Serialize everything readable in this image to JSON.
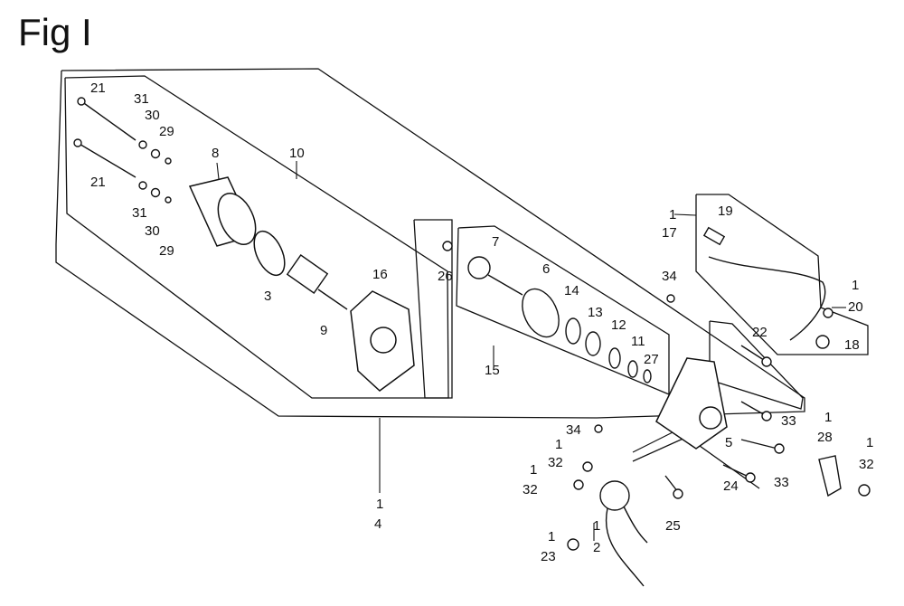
{
  "figure_title": "Fig I",
  "callouts": [
    {
      "id": "c21a",
      "label": "21"
    },
    {
      "id": "c31a",
      "label": "31"
    },
    {
      "id": "c30a",
      "label": "30"
    },
    {
      "id": "c29a",
      "label": "29"
    },
    {
      "id": "c8",
      "label": "8"
    },
    {
      "id": "c10",
      "label": "10"
    },
    {
      "id": "c21b",
      "label": "21"
    },
    {
      "id": "c31b",
      "label": "31"
    },
    {
      "id": "c30b",
      "label": "30"
    },
    {
      "id": "c29b",
      "label": "29"
    },
    {
      "id": "c3",
      "label": "3"
    },
    {
      "id": "c9",
      "label": "9"
    },
    {
      "id": "c16",
      "label": "16"
    },
    {
      "id": "c26",
      "label": "26"
    },
    {
      "id": "c7",
      "label": "7"
    },
    {
      "id": "c6",
      "label": "6"
    },
    {
      "id": "c14",
      "label": "14"
    },
    {
      "id": "c13",
      "label": "13"
    },
    {
      "id": "c12",
      "label": "12"
    },
    {
      "id": "c11",
      "label": "11"
    },
    {
      "id": "c27",
      "label": "27"
    },
    {
      "id": "c15",
      "label": "15"
    },
    {
      "id": "c34a",
      "label": "34"
    },
    {
      "id": "c22",
      "label": "22"
    },
    {
      "id": "c5",
      "label": "5"
    },
    {
      "id": "c33a",
      "label": "33"
    },
    {
      "id": "c33b",
      "label": "33"
    },
    {
      "id": "c24",
      "label": "24"
    },
    {
      "id": "c25",
      "label": "25"
    },
    {
      "id": "c34b",
      "label": "34"
    },
    {
      "id": "c1_17",
      "label": "1"
    },
    {
      "id": "c17",
      "label": "17"
    },
    {
      "id": "c19",
      "label": "19"
    },
    {
      "id": "c1_20",
      "label": "1"
    },
    {
      "id": "c20",
      "label": "20"
    },
    {
      "id": "c18",
      "label": "18"
    },
    {
      "id": "c1_28",
      "label": "1"
    },
    {
      "id": "c28",
      "label": "28"
    },
    {
      "id": "c1_32r",
      "label": "1"
    },
    {
      "id": "c32r",
      "label": "32"
    },
    {
      "id": "c1_32a",
      "label": "1"
    },
    {
      "id": "c32a",
      "label": "32"
    },
    {
      "id": "c1_32b",
      "label": "1"
    },
    {
      "id": "c32b",
      "label": "32"
    },
    {
      "id": "c1_23",
      "label": "1"
    },
    {
      "id": "c23",
      "label": "23"
    },
    {
      "id": "c1_2",
      "label": "1"
    },
    {
      "id": "c2",
      "label": "2"
    },
    {
      "id": "c1_4",
      "label": "1"
    },
    {
      "id": "c4",
      "label": "4"
    }
  ]
}
